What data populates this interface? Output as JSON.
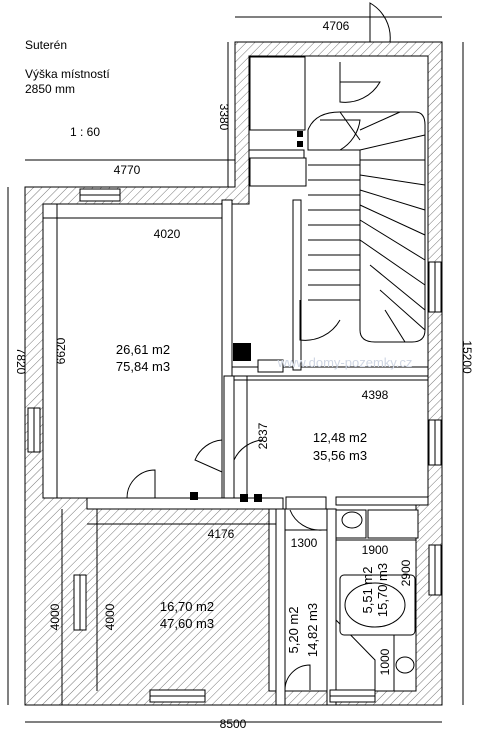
{
  "header": {
    "floor_name": "Suterén",
    "height_label": "Výška místností",
    "height_value": "2850 mm",
    "scale": "1 : 60"
  },
  "watermark": "www.domy-pozemky.cz",
  "dimensions": {
    "top_width": "4706",
    "stair_height": "3380",
    "left_top_width": "4770",
    "left_height": "7820",
    "right_height": "15200",
    "bottom_width": "8500",
    "room1_width": "4020",
    "room1_height": "6620",
    "room2_width": "4398",
    "room2_height": "2837",
    "room3_width": "4176",
    "room3_height_outer": "4000",
    "room3_height_inner": "4000",
    "corridor_width": "1300",
    "bath_width": "1900",
    "bath_height": "2900",
    "wc_height": "1000"
  },
  "rooms": {
    "room1": {
      "area": "26,61 m2",
      "volume": "75,84 m3"
    },
    "room2": {
      "area": "12,48 m2",
      "volume": "35,56 m3"
    },
    "room3": {
      "area": "16,70 m2",
      "volume": "47,60 m3"
    },
    "corridor": {
      "area": "5,20 m2",
      "volume": "14,82 m3"
    },
    "bath": {
      "area": "5,51 m2",
      "volume": "15,70 m3"
    }
  }
}
